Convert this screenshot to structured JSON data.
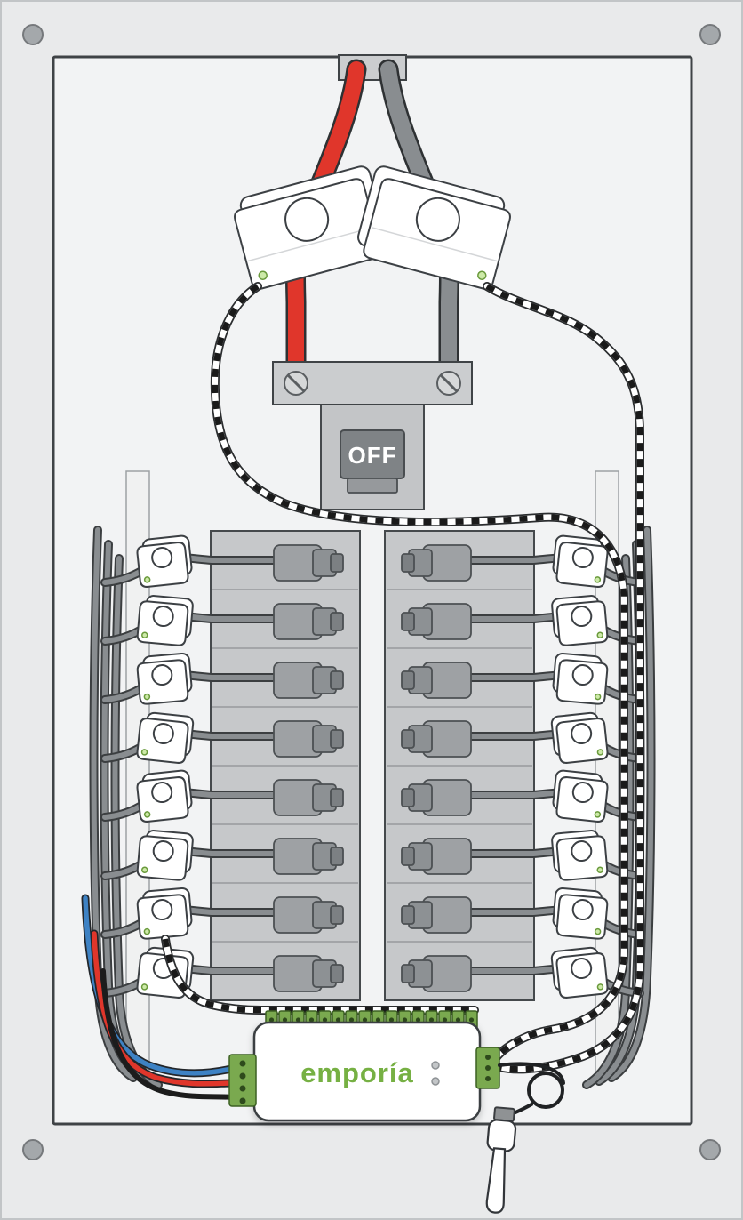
{
  "panel": {
    "main_breaker_label": "OFF"
  },
  "device": {
    "brand": "emporía",
    "led_count": 2
  },
  "colors": {
    "hot_wire_red": "#e0362b",
    "neutral_wire_gray": "#898d90",
    "brand_green": "#76b043",
    "ct_lead_black": "#1a1a1a",
    "panel_gray": "#e9eaeb",
    "breaker_gray": "#9ea1a4",
    "accent_wire_blue": "#3e82c4"
  },
  "counts": {
    "breaker_columns": 2,
    "breakers_per_column": 8,
    "branch_ct_sensors_per_side": 8,
    "main_line_ct_sensors": 2,
    "device_top_terminals": 16
  }
}
